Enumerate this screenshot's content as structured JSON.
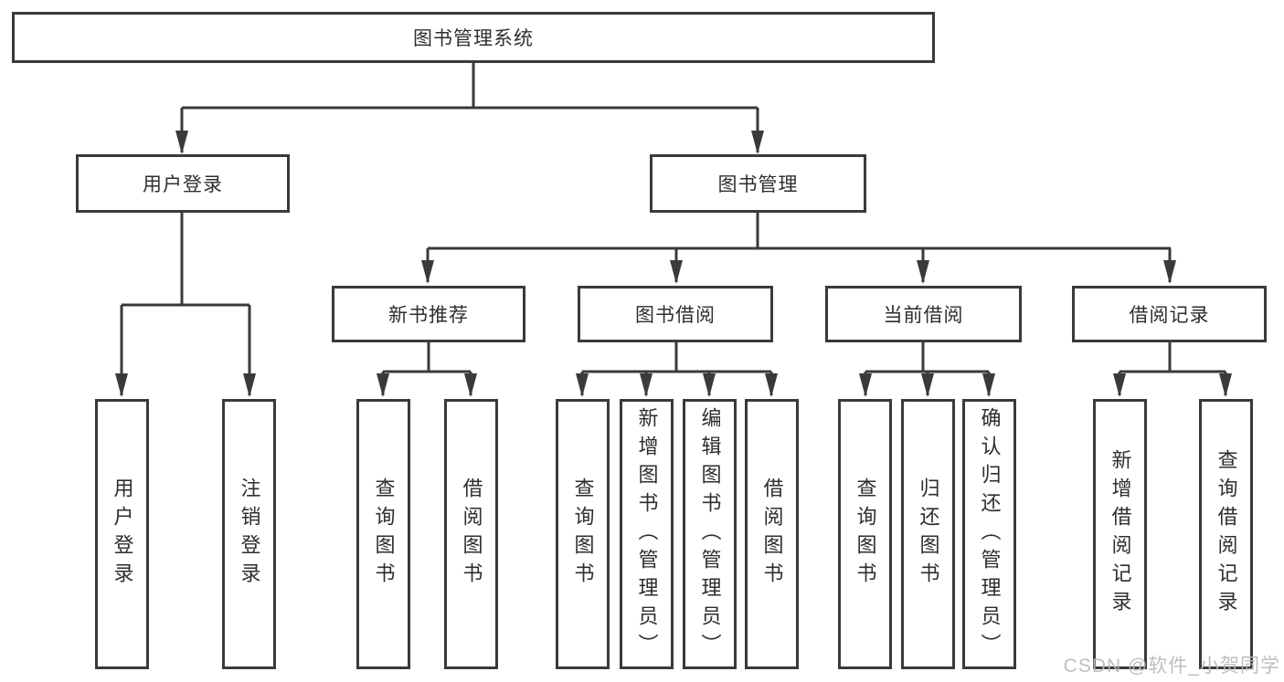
{
  "diagram": {
    "root": "图书管理系统",
    "branches": {
      "user_login": {
        "label": "用户登录",
        "children": [
          "用户登录",
          "注销登录"
        ]
      },
      "book_management": {
        "label": "图书管理",
        "children": {
          "new_book_recommend": {
            "label": "新书推荐",
            "children": [
              "查询图书",
              "借阅图书"
            ]
          },
          "book_borrow": {
            "label": "图书借阅",
            "children": [
              "查询图书",
              "新增图书（管理员）",
              "编辑图书（管理员）",
              "借阅图书"
            ]
          },
          "current_borrow": {
            "label": "当前借阅",
            "children": [
              "查询图书",
              "归还图书",
              "确认归还（管理员）"
            ]
          },
          "borrow_records": {
            "label": "借阅记录",
            "children": [
              "新增借阅记录",
              "查询借阅记录"
            ]
          }
        }
      }
    },
    "watermark": "CSDN @软件_小贺同学",
    "colors": {
      "line": "#3a3a3a",
      "text": "#2e2e2e",
      "background": "#ffffff",
      "watermark": "#b9b9b9"
    }
  }
}
